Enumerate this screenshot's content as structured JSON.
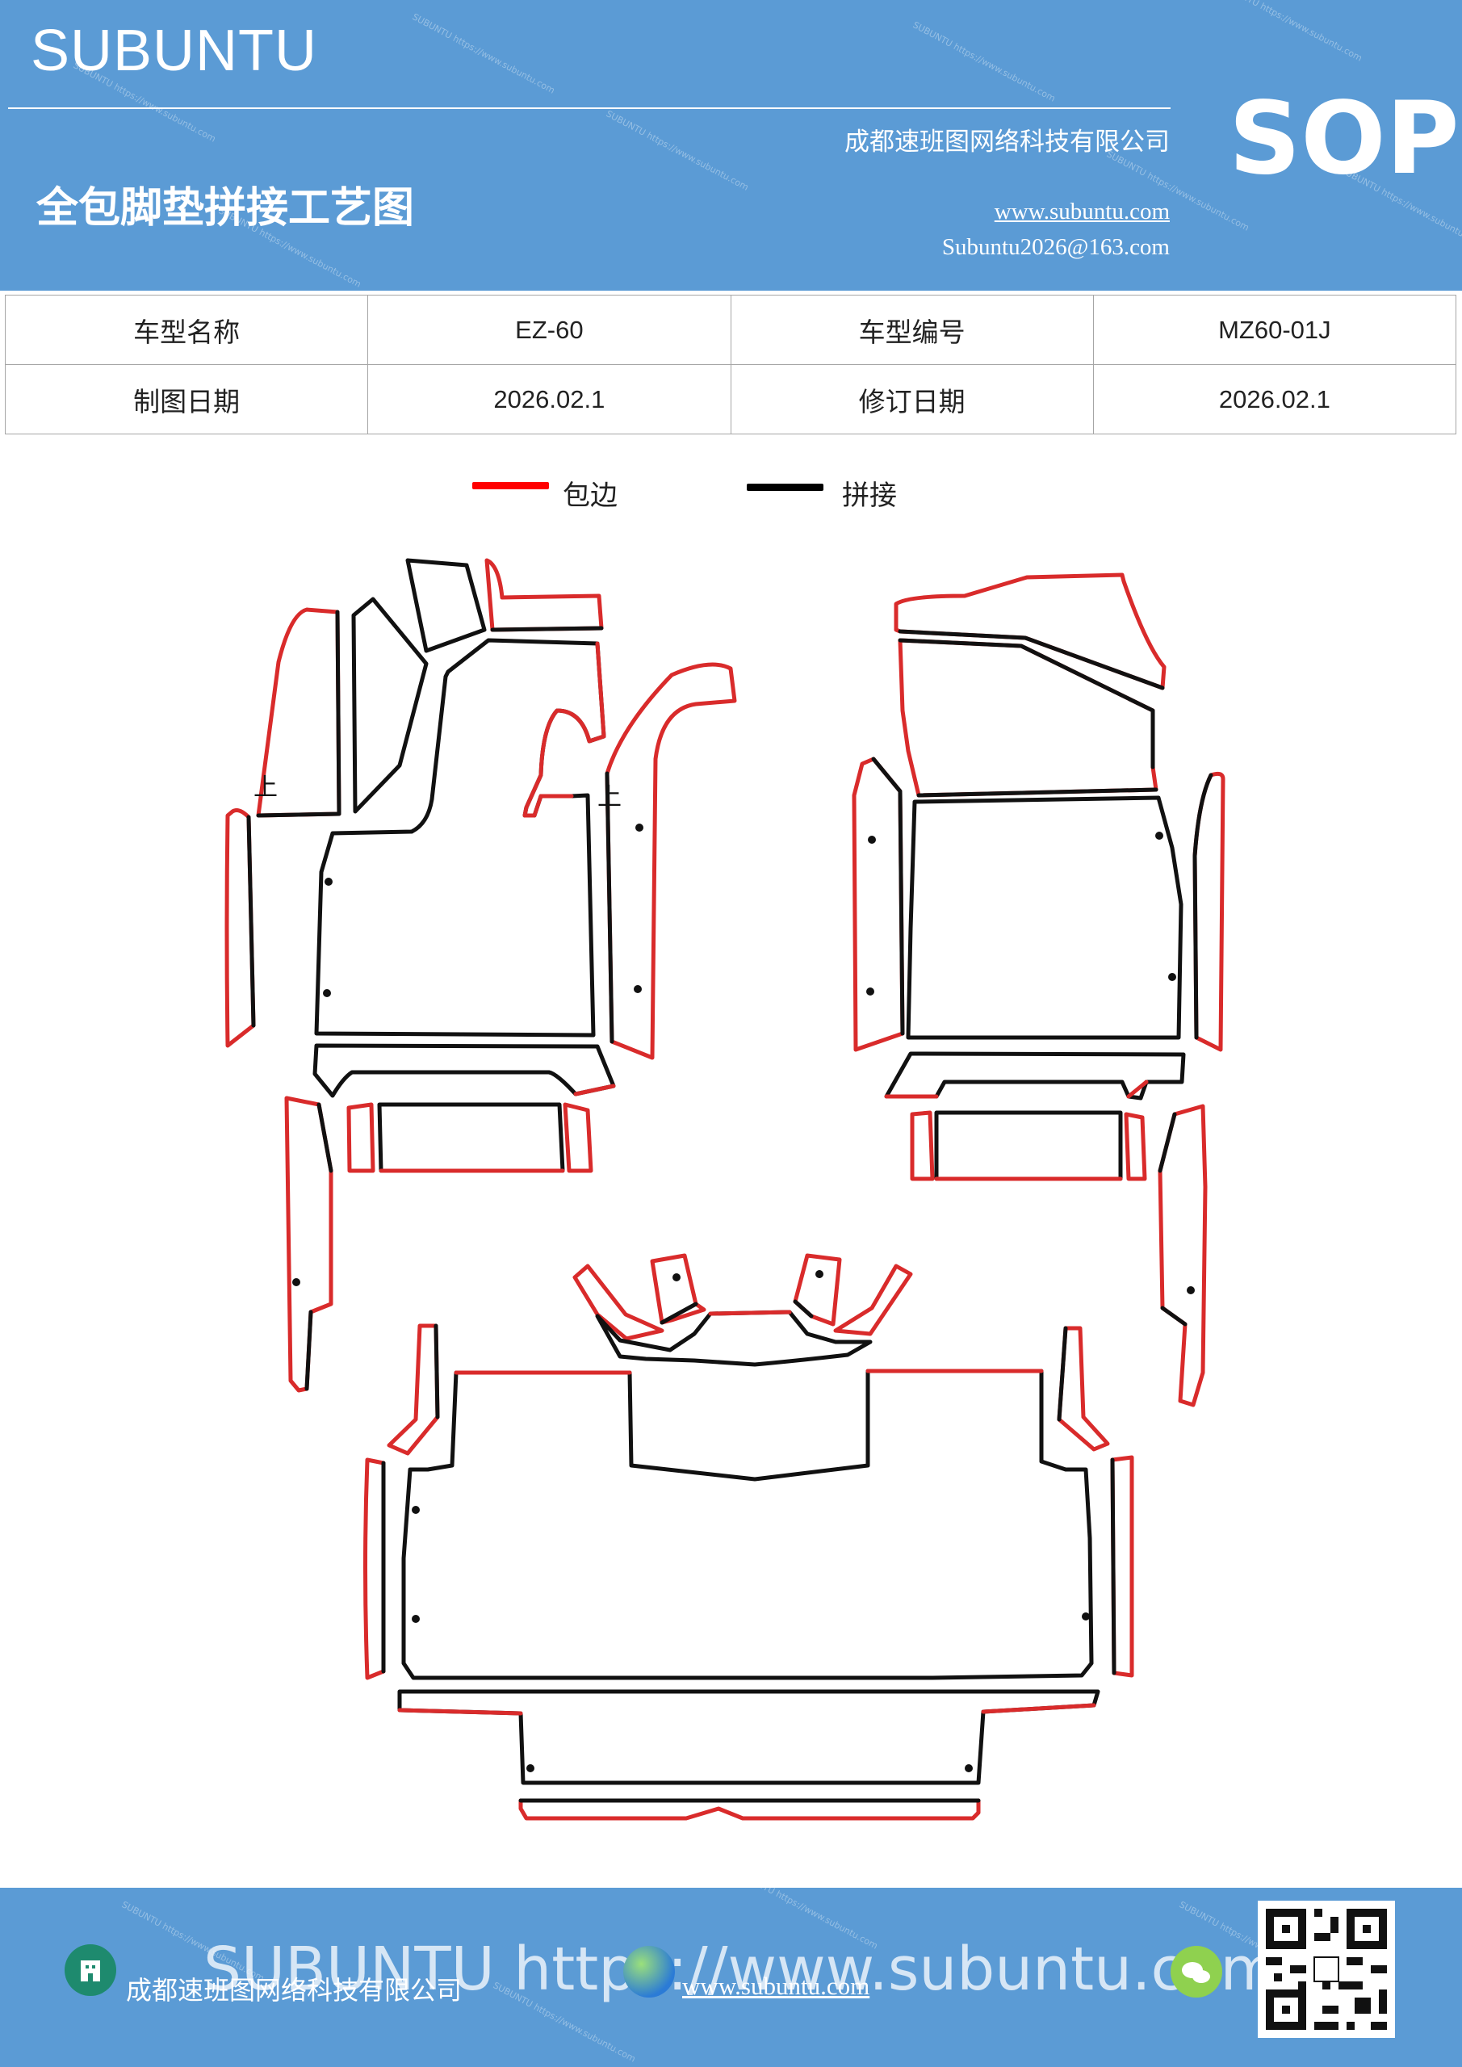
{
  "header": {
    "brand": "SUBUNTU",
    "company": "成都速班图网络科技有限公司",
    "title": "全包脚垫拼接工艺图",
    "website": "www.subuntu.com",
    "email": "Subuntu2026@163.com",
    "badge": "SOP",
    "watermark": "SUBUNTU https://www.subuntu.com"
  },
  "info": {
    "model_name_label": "车型名称",
    "model_name": "EZ-60",
    "model_no_label": "车型编号",
    "model_no": "MZ60-01J",
    "draw_date_label": "制图日期",
    "draw_date": "2026.02.1",
    "revise_date_label": "修订日期",
    "revise_date": "2026.02.1"
  },
  "legend": {
    "edge_label": "包边",
    "edge_color": "#ff0000",
    "seam_label": "拼接",
    "seam_color": "#000000"
  },
  "diagram": {
    "up_marks": [
      "上",
      "上"
    ]
  },
  "footer": {
    "company": "成都速班图网络科技有限公司",
    "website": "www.subuntu.com",
    "watermark": "SUBUNTU https://www.subuntu.com",
    "icons": [
      "building-icon",
      "globe-icon",
      "wechat-icon",
      "qr-code"
    ]
  }
}
